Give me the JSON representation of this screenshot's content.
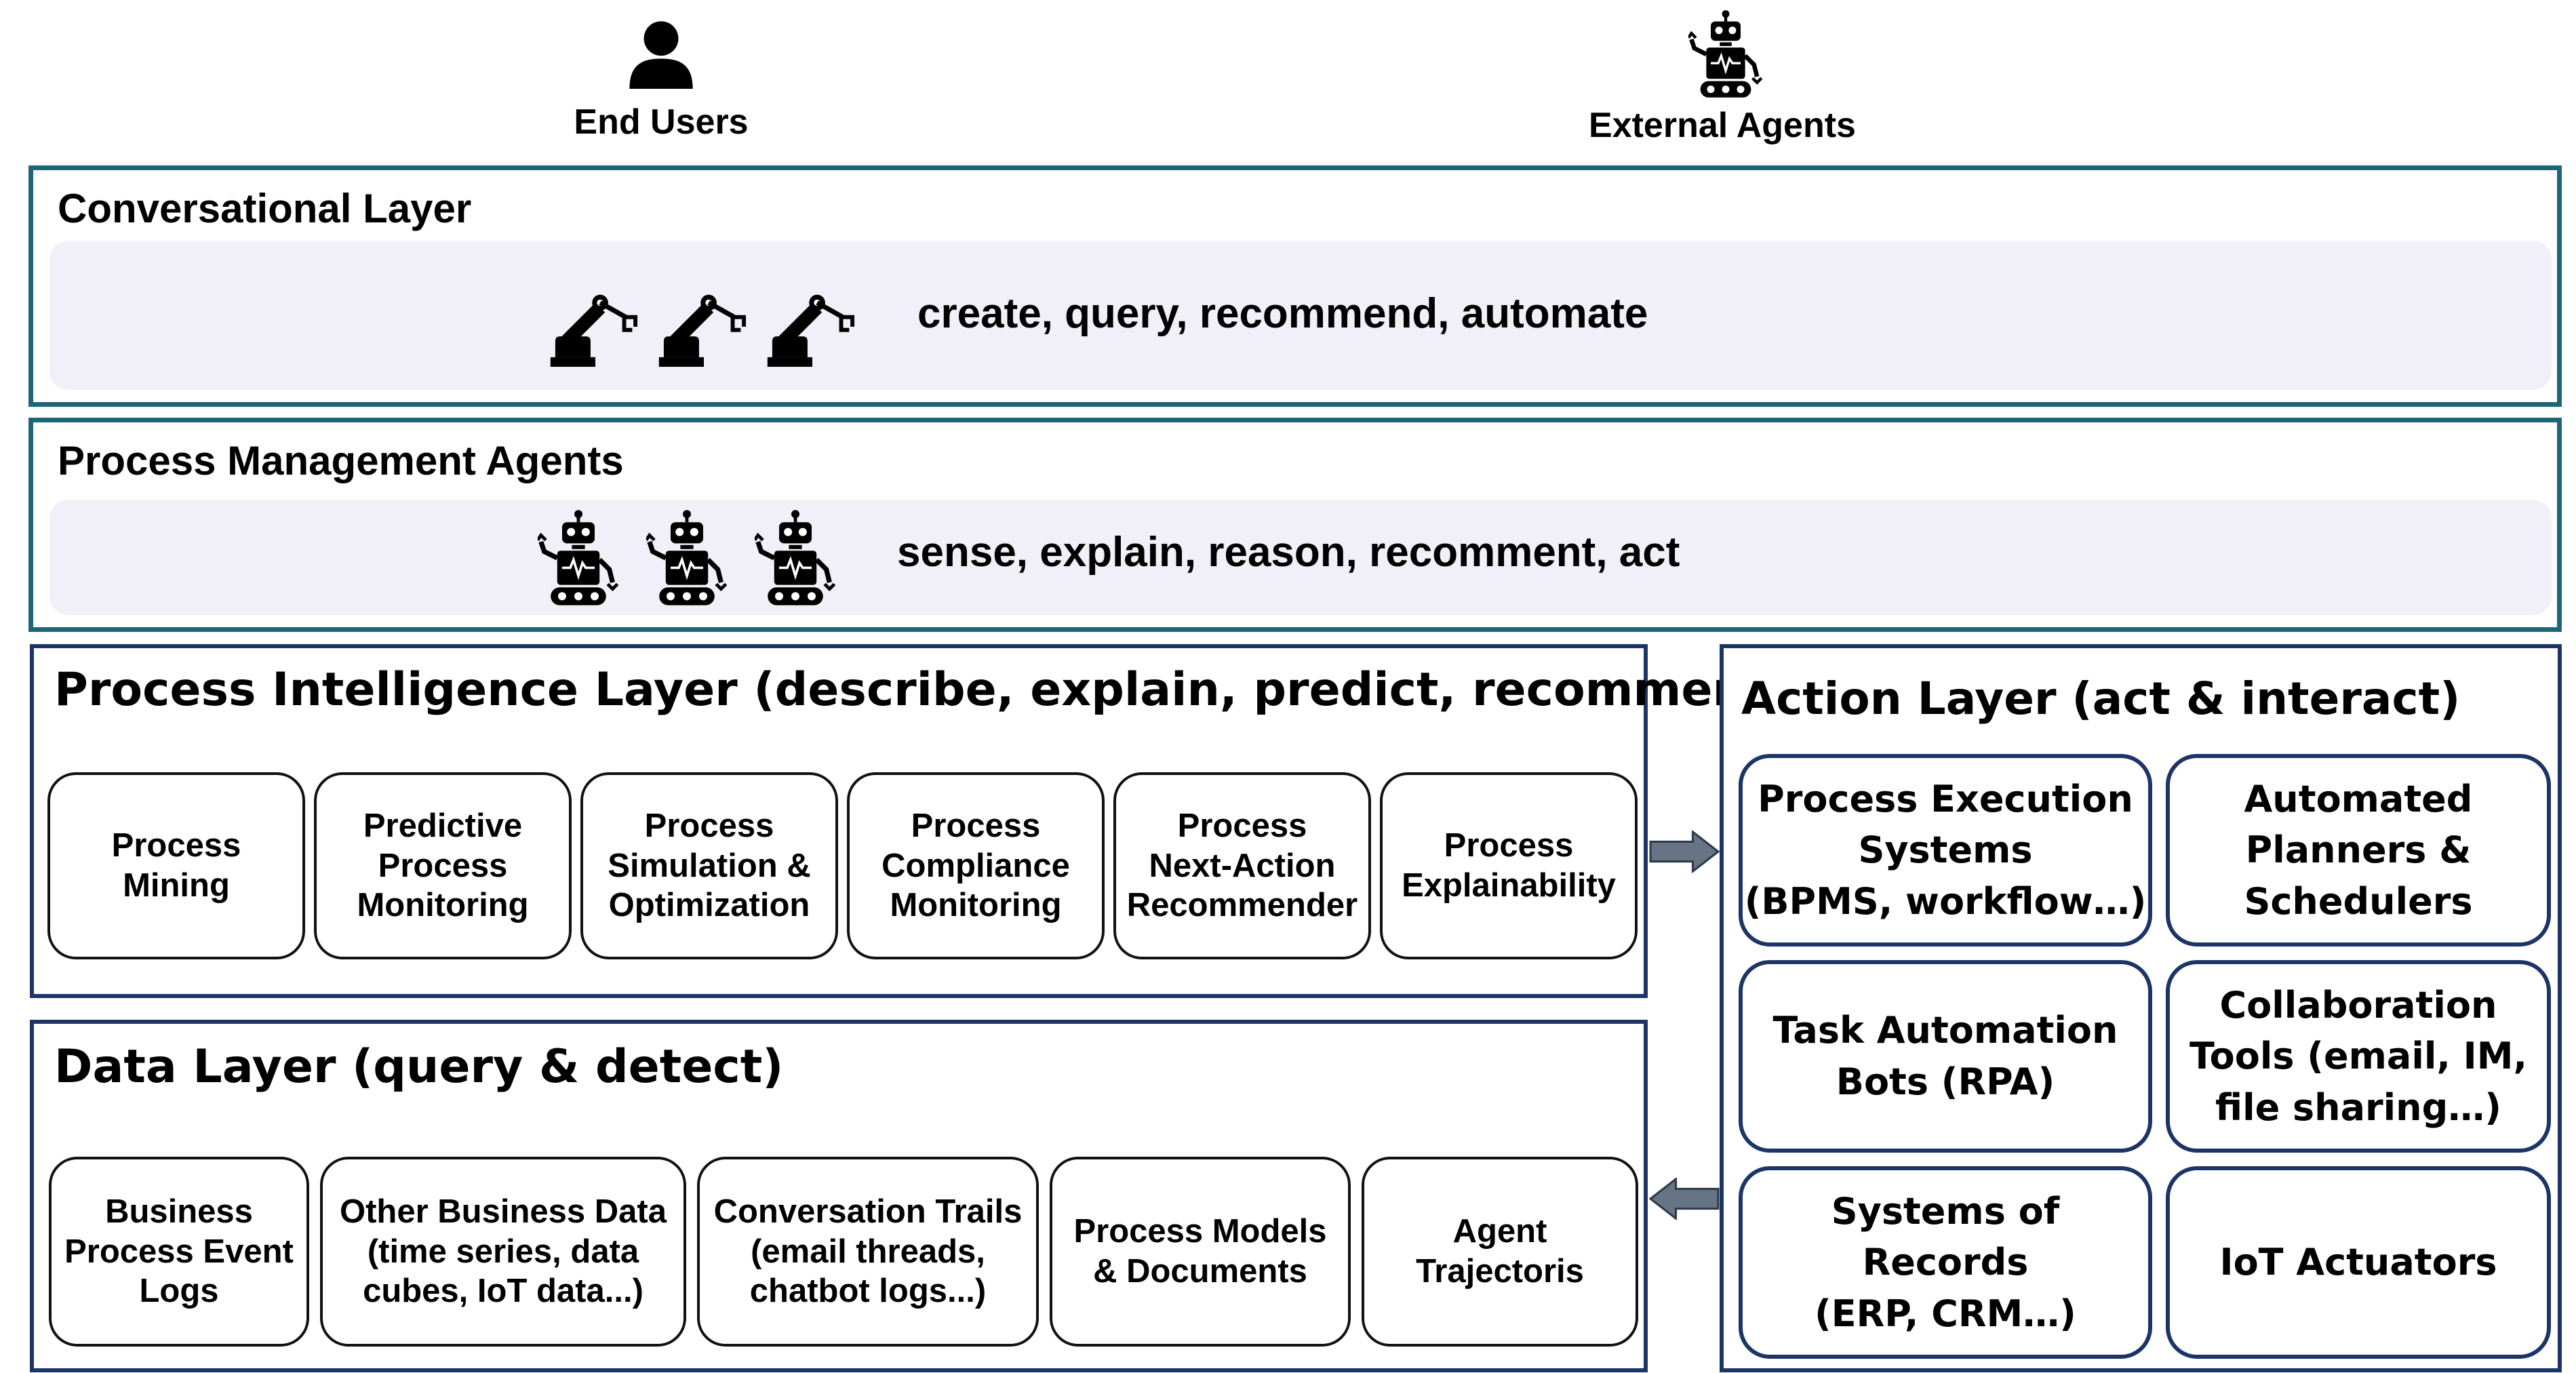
{
  "actors": {
    "end_users": "End Users",
    "external_agents": "External Agents"
  },
  "conversational_layer": {
    "title": "Conversational Layer",
    "band_text": "create, query, recommend, automate"
  },
  "process_management_agents": {
    "title": "Process Management Agents",
    "band_text": "sense, explain, reason, recomment, act"
  },
  "process_intelligence_layer": {
    "title": "Process Intelligence Layer (describe, explain, predict, recommend)",
    "items": [
      "Process\nMining",
      "Predictive\nProcess\nMonitoring",
      "Process\nSimulation &\nOptimization",
      "Process\nCompliance\nMonitoring",
      "Process\nNext-Action\nRecommender",
      "Process\nExplainability"
    ]
  },
  "data_layer": {
    "title": "Data Layer (query & detect)",
    "items": [
      "Business\nProcess Event\nLogs",
      "Other Business Data\n(time series, data\ncubes, IoT data...)",
      "Conversation Trails\n(email threads,\nchatbot logs...)",
      "Process Models\n& Documents",
      "Agent\nTrajectoris"
    ]
  },
  "action_layer": {
    "title": "Action Layer (act & interact)",
    "items": [
      "Process Execution\nSystems\n(BPMS, workflow…)",
      "Automated\nPlanners &\nSchedulers",
      "Task Automation\nBots (RPA)",
      "Collaboration\nTools (email, IM,\nfile sharing…)",
      "Systems of Records\n(ERP, CRM…)",
      "IoT Actuators"
    ]
  },
  "icons": {
    "end_user": "person-icon",
    "external_agent": "robot-icon",
    "conversational": "robot-arm-icon",
    "process_agents": "robot-icon",
    "arrows": "arrow-right-icon"
  },
  "colors": {
    "teal_border": "#1e6677",
    "navy_border": "#1c3566",
    "band_fill": "#f1eff7",
    "arrow_fill": "#667486"
  }
}
